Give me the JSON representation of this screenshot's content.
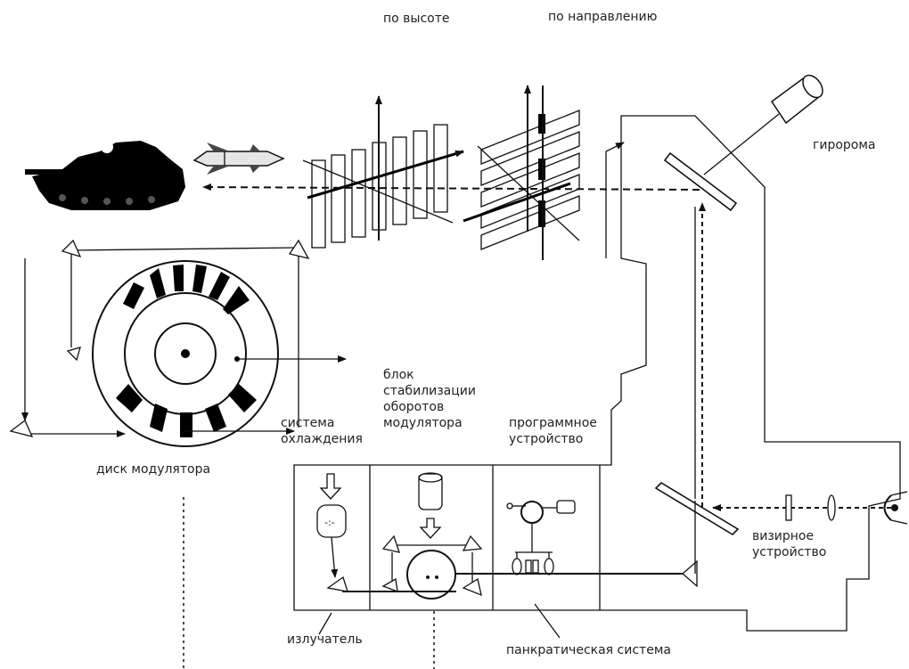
{
  "labels": {
    "elevation": "по высоте",
    "direction": "по направлению",
    "gyro": "гиророма",
    "modulator_disk": "диск модулятора",
    "cooling_system": "система\nохлаждения",
    "stabilization_block": "блок\nстабилизации\nоборотов\nмодулятора",
    "program_device": "программное\nустройство",
    "sighting_device": "визирное\nустройство",
    "emitter": "излучатель",
    "pancratic_system": "панкратическая система"
  },
  "colors": {
    "ink": "#111111",
    "background": "#ffffff"
  },
  "icons": [
    "tank-icon",
    "missile-icon",
    "eye-icon",
    "gyroscope-icon",
    "modulator-disk-icon"
  ]
}
